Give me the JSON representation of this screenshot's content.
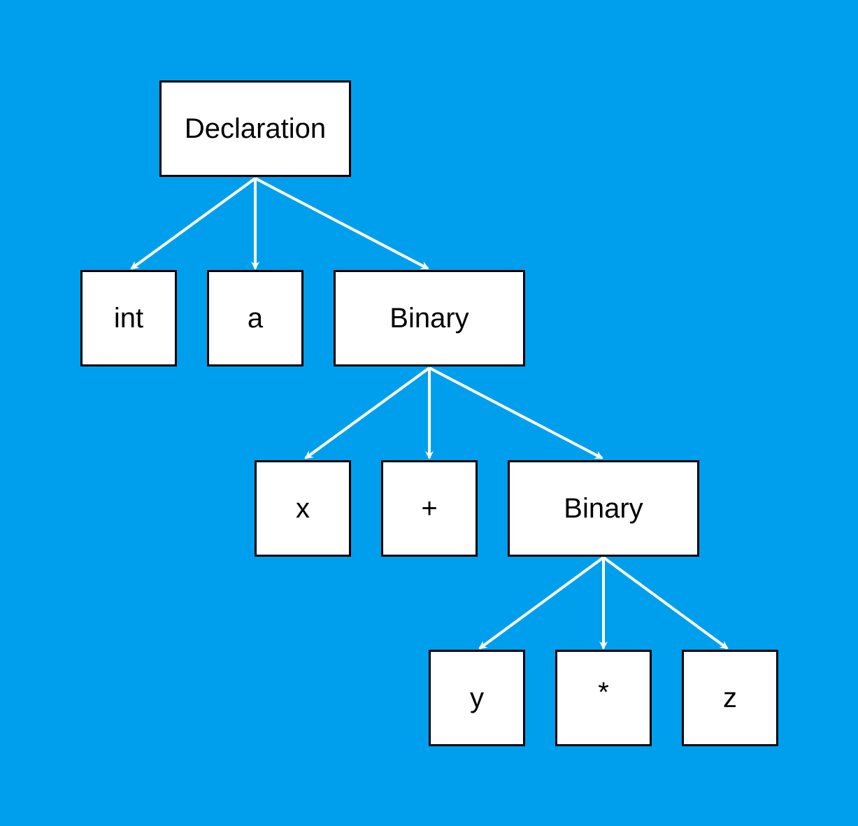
{
  "diagram": {
    "background_color": "#009fee",
    "edge_color": "#ffffff",
    "node_fill": "#ffffff",
    "node_border": "#000000",
    "nodes": {
      "declaration": "Declaration",
      "int": "int",
      "a": "a",
      "binary_1": "Binary",
      "x": "x",
      "plus": "+",
      "binary_2": "Binary",
      "y": "y",
      "star": "*",
      "z": "z"
    },
    "edges": [
      [
        "declaration",
        "int"
      ],
      [
        "declaration",
        "a"
      ],
      [
        "declaration",
        "binary_1"
      ],
      [
        "binary_1",
        "x"
      ],
      [
        "binary_1",
        "plus"
      ],
      [
        "binary_1",
        "binary_2"
      ],
      [
        "binary_2",
        "y"
      ],
      [
        "binary_2",
        "star"
      ],
      [
        "binary_2",
        "z"
      ]
    ]
  }
}
